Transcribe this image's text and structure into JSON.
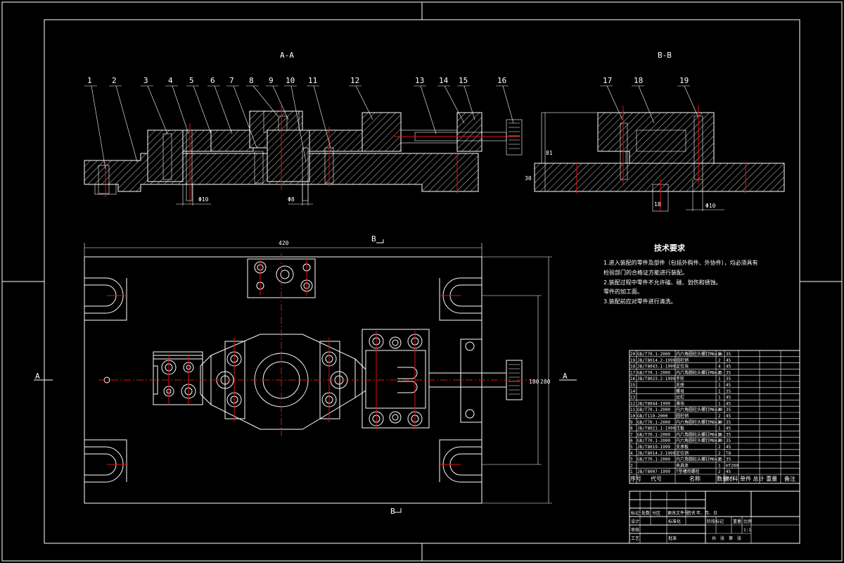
{
  "drawing": {
    "section_aa": "A-A",
    "section_bb": "B-B",
    "view_a_left": "A",
    "view_a_right": "A",
    "view_b_top": "B",
    "view_b_bottom": "B",
    "part_numbers_aa": [
      "1",
      "2",
      "3",
      "4",
      "5",
      "6",
      "7",
      "8",
      "9",
      "10",
      "11",
      "12",
      "13",
      "14",
      "15",
      "16"
    ],
    "part_numbers_bb": [
      "17",
      "18",
      "19"
    ],
    "dims": {
      "width_top": "420",
      "height_right": "280",
      "height_right_inner": "180",
      "bb_height": "81",
      "bb_base": "30",
      "aa_d1": "Φ10",
      "aa_d2": "Φ8",
      "bb_d1": "Φ10",
      "bb_slot": "18"
    }
  },
  "requirements": {
    "title": "技术要求",
    "lines": [
      "1.进入装配的零件及部件（包括外购件、外协件），均必须具有",
      "检验部门的合格证方能进行装配。",
      "2.装配过程中零件不允许磕、碰、划伤和锈蚀。",
      "零件的加工面。",
      "3.装配前应对零件进行清洗。"
    ]
  },
  "bom": {
    "rows": [
      {
        "no": "20",
        "code": "GB/T70.1-2000",
        "name": "内六角圆柱头螺钉M6×16",
        "qty": "4",
        "mat": "35"
      },
      {
        "no": "19",
        "code": "JB/T8014.2-1999",
        "name": "圆柱销",
        "qty": "2",
        "mat": "45"
      },
      {
        "no": "18",
        "code": "JB/T8043.1-1999",
        "name": "定位块",
        "qty": "4",
        "mat": "45"
      },
      {
        "no": "17",
        "code": "GB/T70.1-2000",
        "name": "内六角圆柱头螺钉M8×25",
        "qty": "4",
        "mat": "35"
      },
      {
        "no": "16",
        "code": "JB/T8023.2-1999",
        "name": "手轮",
        "qty": "1",
        "mat": "35"
      },
      {
        "no": "15",
        "code": "",
        "name": "支座",
        "qty": "1",
        "mat": "45"
      },
      {
        "no": "14",
        "code": "",
        "name": "螺母",
        "qty": "1",
        "mat": "35"
      },
      {
        "no": "13",
        "code": "",
        "name": "丝杠",
        "qty": "1",
        "mat": "45"
      },
      {
        "no": "12",
        "code": "JB/T8044-1999",
        "name": "滑块",
        "qty": "1",
        "mat": "45"
      },
      {
        "no": "11",
        "code": "GB/T70.1-2000",
        "name": "内六角圆柱头螺钉M6×20",
        "qty": "4",
        "mat": "35"
      },
      {
        "no": "10",
        "code": "GB/T119-2000",
        "name": "圆柱销",
        "qty": "2",
        "mat": "45"
      },
      {
        "no": "9",
        "code": "GB/T70.1-2000",
        "name": "内六角圆柱头螺钉M8×30",
        "qty": "4",
        "mat": "35"
      },
      {
        "no": "8",
        "code": "JB/T8021.1-1999",
        "name": "压板",
        "qty": "1",
        "mat": "45"
      },
      {
        "no": "7",
        "code": "GB/T70.1-2000",
        "name": "内六角圆柱头螺钉M6×16",
        "qty": "4",
        "mat": "35"
      },
      {
        "no": "6",
        "code": "GB/T70.1-2000",
        "name": "内六角圆柱头螺钉M8×20",
        "qty": "4",
        "mat": "35"
      },
      {
        "no": "5",
        "code": "JB/T8019-1999",
        "name": "支承板",
        "qty": "2",
        "mat": "45"
      },
      {
        "no": "4",
        "code": "JB/T8014.2-1999",
        "name": "定位销",
        "qty": "2",
        "mat": "T8"
      },
      {
        "no": "3",
        "code": "GB/T70.1-2000",
        "name": "内六角圆柱头螺钉M6×25",
        "qty": "4",
        "mat": "35"
      },
      {
        "no": "2",
        "code": "",
        "name": "夹具体",
        "qty": "1",
        "mat": "HT200"
      },
      {
        "no": "1",
        "code": "JB/T8007-1999",
        "name": "T型槽用螺栓",
        "qty": "2",
        "mat": "45"
      }
    ],
    "header": {
      "no": "序号",
      "code": "代号",
      "name": "名称",
      "qty": "数量",
      "mat": "材料",
      "weight": "单件 总计 重量",
      "note": "备注"
    }
  },
  "titleblock": {
    "labels": [
      "标记",
      "处数",
      "分区",
      "更改文件号",
      "签名",
      "年、月、日",
      "设计",
      "标准化",
      "阶段标记",
      "重量",
      "比例",
      "审核",
      "工艺",
      "批准",
      "共",
      "张",
      "第",
      "张"
    ],
    "scale": "1:1"
  }
}
